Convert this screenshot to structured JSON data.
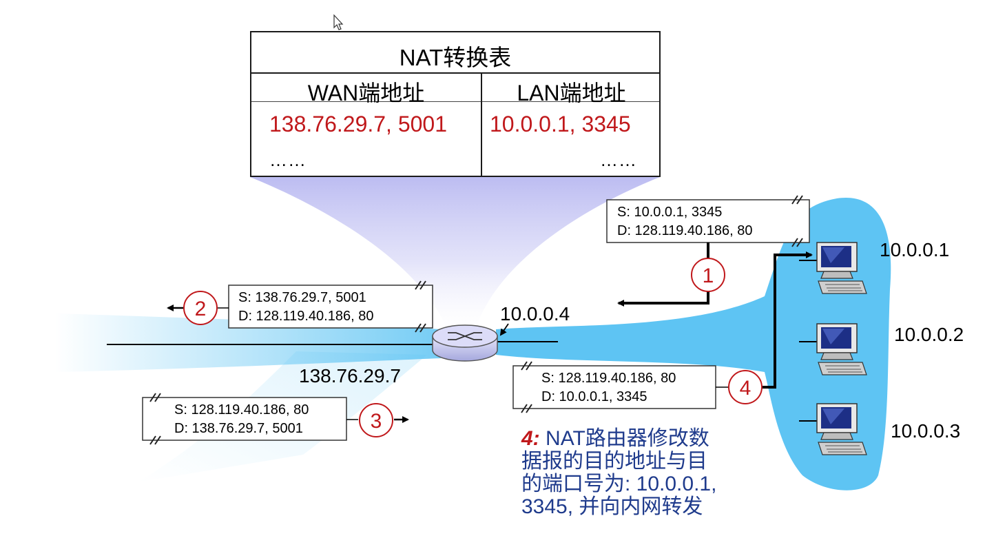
{
  "nat_table": {
    "title": "NAT转换表",
    "col_wan": "WAN端地址",
    "col_lan": "LAN端地址",
    "rows": [
      {
        "wan": "138.76.29.7, 5001",
        "lan": "10.0.0.1, 3345"
      },
      {
        "wan": "……",
        "lan": "……"
      }
    ]
  },
  "packets": {
    "p1": {
      "src": "S: 10.0.0.1, 3345",
      "dst": "D: 128.119.40.186, 80"
    },
    "p2": {
      "src": "S: 138.76.29.7, 5001",
      "dst": "D: 128.119.40.186, 80"
    },
    "p3": {
      "src": "S: 128.119.40.186, 80",
      "dst": "D: 138.76.29.7, 5001"
    },
    "p4": {
      "src": "S: 128.119.40.186, 80",
      "dst": "D: 10.0.0.1, 3345"
    }
  },
  "steps": [
    "1",
    "2",
    "3",
    "4"
  ],
  "router": {
    "wan_ip": "138.76.29.7",
    "lan_ip": "10.0.0.4"
  },
  "hosts": [
    "10.0.0.1",
    "10.0.0.2",
    "10.0.0.3"
  ],
  "note": {
    "step": "4:",
    "text_line1": " NAT路由器修改数",
    "text_line2": "据报的目的地址与目",
    "text_line3": "的端口号为: 10.0.0.1,",
    "text_line4": "3345, 并向内网转发"
  },
  "colors": {
    "accent_red": "#c0181b",
    "note_blue": "#1f3b8c",
    "lan_blue": "#5ec4f3"
  },
  "icons": [
    "router-icon",
    "desktop-computer-icon",
    "cursor-icon"
  ]
}
